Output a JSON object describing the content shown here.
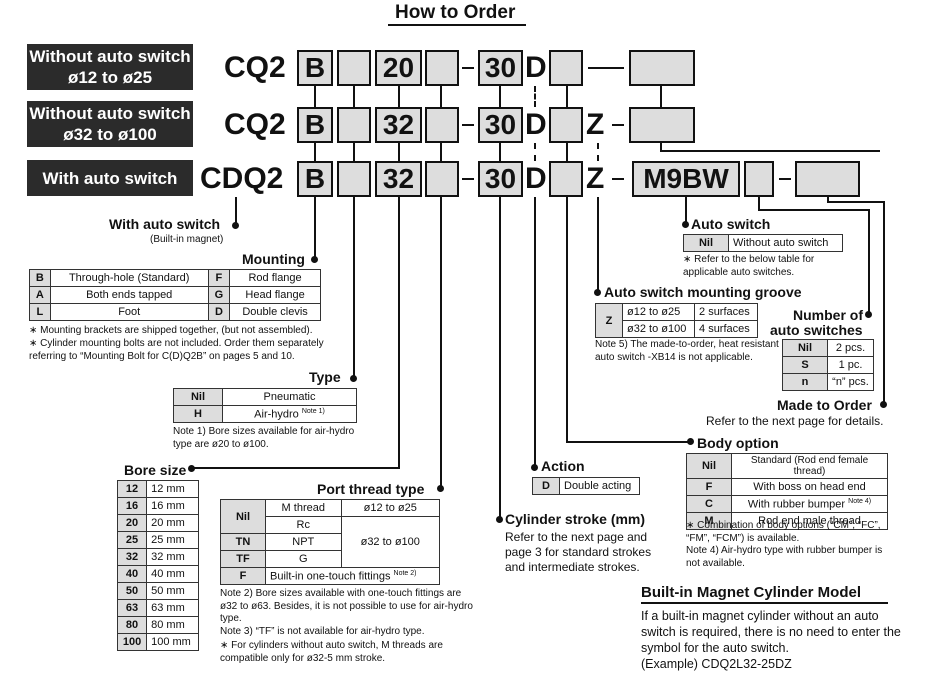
{
  "title": "How to Order",
  "tags": [
    {
      "line1": "Without auto switch",
      "line2": "ø12 to ø25"
    },
    {
      "line1": "Without auto switch",
      "line2": "ø32 to ø100"
    },
    {
      "line1": "With auto switch",
      "line2": ""
    }
  ],
  "codes": {
    "row1": {
      "prefix": "CQ2",
      "b": "B",
      "bore": "20",
      "stroke": "30",
      "d": "D"
    },
    "row2": {
      "prefix": "CQ2",
      "b": "B",
      "bore": "32",
      "stroke": "30",
      "d": "D",
      "z": "Z"
    },
    "row3": {
      "prefix": "CDQ2",
      "b": "B",
      "bore": "32",
      "stroke": "30",
      "d": "D",
      "z": "Z",
      "sw": "M9BW"
    }
  },
  "with_auto_switch": {
    "label": "With auto switch",
    "sub": "(Built-in magnet)"
  },
  "mounting": {
    "label": "Mounting",
    "rows": [
      [
        "B",
        "Through-hole (Standard)",
        "F",
        "Rod flange"
      ],
      [
        "A",
        "Both ends tapped",
        "G",
        "Head flange"
      ],
      [
        "L",
        "Foot",
        "D",
        "Double clevis"
      ]
    ],
    "notes": [
      "∗ Mounting brackets are shipped together, (but not assembled).",
      "∗ Cylinder mounting bolts are not included. Order them separately referring to “Mounting Bolt for C(D)Q2B” on pages 5 and 10."
    ]
  },
  "type": {
    "label": "Type",
    "rows": [
      [
        "Nil",
        "Pneumatic"
      ],
      [
        "H",
        "Air-hydro"
      ]
    ],
    "h_note": "Note 1)",
    "note": "Note 1) Bore sizes available for air-hydro type are ø20 to ø100."
  },
  "bore": {
    "label": "Bore size",
    "rows": [
      [
        "12",
        "12 mm"
      ],
      [
        "16",
        "16 mm"
      ],
      [
        "20",
        "20 mm"
      ],
      [
        "25",
        "25 mm"
      ],
      [
        "32",
        "32 mm"
      ],
      [
        "40",
        "40 mm"
      ],
      [
        "50",
        "50 mm"
      ],
      [
        "63",
        "63 mm"
      ],
      [
        "80",
        "80 mm"
      ],
      [
        "100",
        "100 mm"
      ]
    ]
  },
  "port": {
    "label": "Port thread type",
    "nil": "Nil",
    "mthread": "M thread",
    "range1": "ø12 to ø25",
    "rc": "Rc",
    "tn": "TN",
    "npt": "NPT",
    "range2": "ø32 to ø100",
    "tf": "TF",
    "g": "G",
    "f": "F",
    "fitting": "Built-in one-touch fittings",
    "fitting_note": "Note 2)",
    "notes": [
      "Note 2) Bore sizes available with one-touch fittings are ø32 to ø63. Besides, it is not possible to use for air-hydro type.",
      "Note 3) “TF” is not available for air-hydro type.",
      "∗ For cylinders without auto switch, M threads are compatible only for ø32-5 mm stroke."
    ]
  },
  "action": {
    "label": "Action",
    "rows": [
      [
        "D",
        "Double acting"
      ]
    ]
  },
  "stroke": {
    "label": "Cylinder stroke (mm)",
    "desc": "Refer to the next page and page 3 for standard strokes and intermediate strokes."
  },
  "auto_switch": {
    "label": "Auto switch",
    "rows": [
      [
        "Nil",
        "Without auto switch"
      ]
    ],
    "note": "∗ Refer to the below table for applicable auto switches."
  },
  "groove": {
    "label": "Auto switch mounting groove",
    "key": "Z",
    "rows": [
      [
        "ø12 to ø25",
        "2 surfaces"
      ],
      [
        "ø32 to ø100",
        "4 surfaces"
      ]
    ],
    "note": "Note 5) The made-to-order, heat resistant auto switch -XB14 is not applicable."
  },
  "num_switches": {
    "label1": "Number of",
    "label2": "auto switches",
    "rows": [
      [
        "Nil",
        "2 pcs."
      ],
      [
        "S",
        "1 pc."
      ],
      [
        "n",
        "“n” pcs."
      ]
    ]
  },
  "mto": {
    "label": "Made to Order",
    "desc": "Refer to the next page for details."
  },
  "body": {
    "label": "Body option",
    "rows": [
      [
        "Nil",
        "Standard (Rod end female thread)"
      ],
      [
        "F",
        "With boss on head end"
      ],
      [
        "C",
        "With rubber bumper"
      ],
      [
        "M",
        "Rod end male thread"
      ]
    ],
    "c_note": "Note 4)",
    "notes": [
      "∗ Combination of body options (“CM”, “FC”, “FM”, “FCM”) is available.",
      "Note 4) Air-hydro type with rubber bumper is not available."
    ]
  },
  "model": {
    "title": "Built-in Magnet Cylinder Model",
    "text": "If a built-in magnet cylinder without an auto switch is required, there is no need to enter the symbol for the auto switch.",
    "example": "(Example) CDQ2L32-25DZ"
  }
}
